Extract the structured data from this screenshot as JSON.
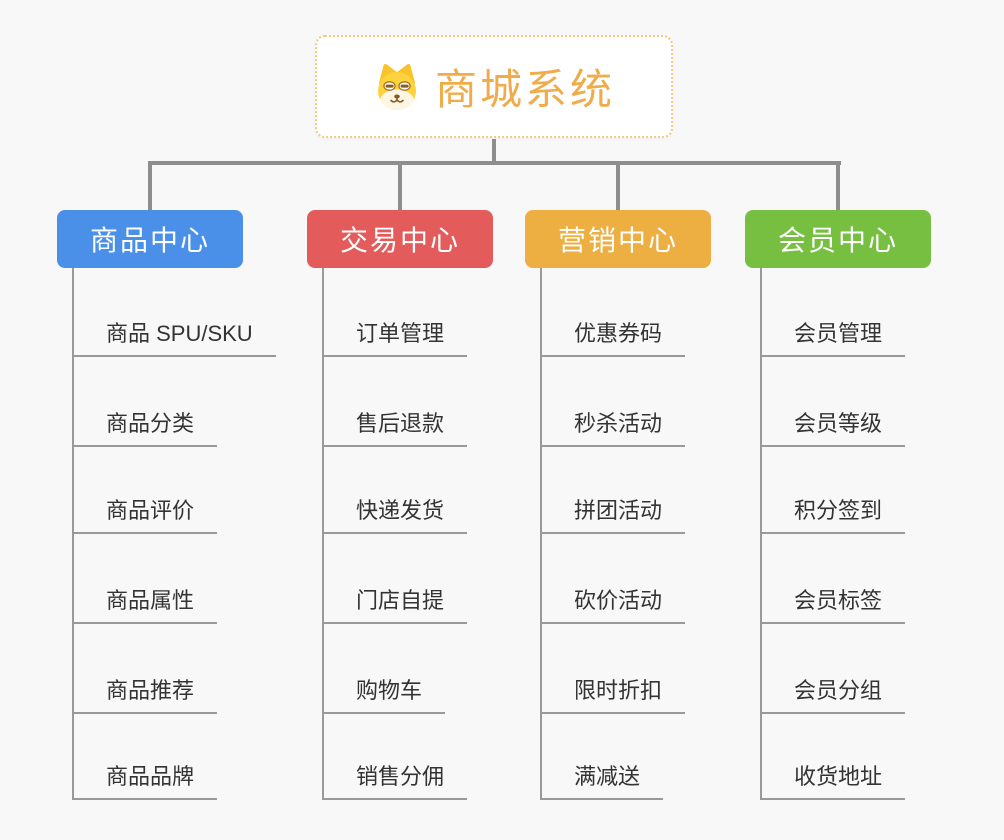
{
  "root": {
    "title": "商城系统",
    "icon": "dog-face-icon"
  },
  "branches": [
    {
      "label": "商品中心",
      "color": "#4A8FE8",
      "children": [
        "商品 SPU/SKU",
        "商品分类",
        "商品评价",
        "商品属性",
        "商品推荐",
        "商品品牌"
      ]
    },
    {
      "label": "交易中心",
      "color": "#E45B5B",
      "children": [
        "订单管理",
        "售后退款",
        "快递发货",
        "门店自提",
        "购物车",
        "销售分佣"
      ]
    },
    {
      "label": "营销中心",
      "color": "#EDAE42",
      "children": [
        "优惠券码",
        "秒杀活动",
        "拼团活动",
        "砍价活动",
        "限时折扣",
        "满减送"
      ]
    },
    {
      "label": "会员中心",
      "color": "#76BF41",
      "children": [
        "会员管理",
        "会员等级",
        "积分签到",
        "会员标签",
        "会员分组",
        "收货地址"
      ]
    }
  ],
  "colors": {
    "background": "#F8F8F8",
    "root_title": "#F0AC4A",
    "root_border": "#F4C87E",
    "connector": "#8E8E8E",
    "leaf_line": "#999999",
    "leaf_text": "#333333"
  }
}
